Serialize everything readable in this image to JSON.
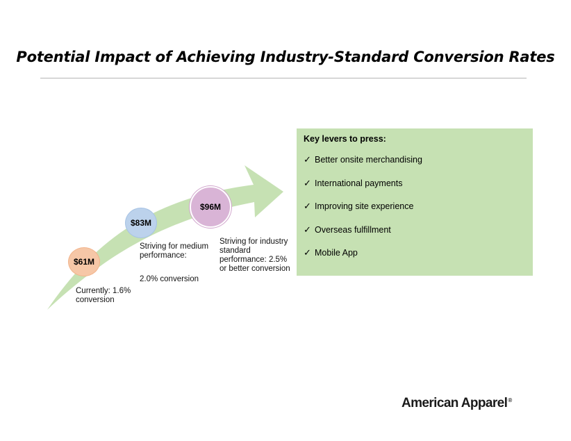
{
  "title": "Potential Impact of Achieving Industry-Standard Conversion Rates",
  "stages": [
    {
      "value": "$61M",
      "description": "Currently: 1.6% conversion"
    },
    {
      "value": "$83M",
      "description": "Striving for medium performance:",
      "detail": "2.0% conversion"
    },
    {
      "value": "$96M",
      "description": "Striving for industry standard performance: 2.5% or better conversion"
    }
  ],
  "levers": {
    "heading": "Key levers to press:",
    "items": [
      "Better onsite merchandising",
      "International payments",
      "Improving site experience",
      "Overseas fulfillment",
      "Mobile App"
    ]
  },
  "brand": {
    "name": "American Apparel",
    "mark": "®"
  },
  "colors": {
    "arrow": "#c6e1b3",
    "levers_bg": "#c6e1b3",
    "stage1": "#f6c7a7",
    "stage2": "#bcd2ec",
    "stage3": "#d9b4d6"
  },
  "icons": {
    "lever_bullet": "check-icon"
  }
}
